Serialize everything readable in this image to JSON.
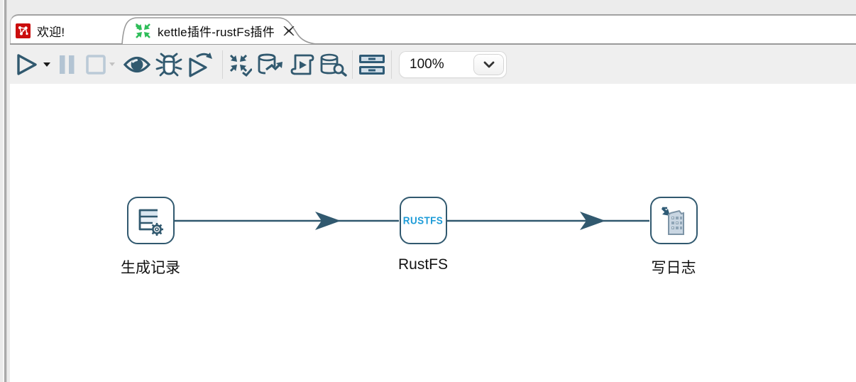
{
  "tabs": [
    {
      "label": "欢迎!",
      "icon": "kettle-logo-icon",
      "active": false
    },
    {
      "label": "kettle插件-rustFs插件",
      "icon": "transformation-icon",
      "active": true,
      "closable": true
    }
  ],
  "toolbar": {
    "zoom_value": "100%",
    "items": [
      {
        "name": "run",
        "enabled": true
      },
      {
        "name": "pause",
        "enabled": false
      },
      {
        "name": "stop",
        "enabled": false
      },
      {
        "name": "preview",
        "enabled": true
      },
      {
        "name": "debug",
        "enabled": true
      },
      {
        "name": "replay",
        "enabled": true
      },
      {
        "name": "verify-transformation",
        "enabled": true
      },
      {
        "name": "impact-analysis",
        "enabled": true
      },
      {
        "name": "generate-sql",
        "enabled": true
      },
      {
        "name": "explore-database",
        "enabled": true
      },
      {
        "name": "show-execution-results",
        "enabled": true
      }
    ]
  },
  "canvas": {
    "steps": [
      {
        "label": "生成记录",
        "icon": "generate-rows-icon"
      },
      {
        "label": "RustFS",
        "icon": "rustfs-icon",
        "logo_text": "RUSTFS"
      },
      {
        "label": "写日志",
        "icon": "write-log-icon"
      }
    ],
    "hops": [
      {
        "from": "生成记录",
        "to": "RustFS"
      },
      {
        "from": "RustFS",
        "to": "写日志"
      }
    ]
  },
  "colors": {
    "icon_blue": "#31596F",
    "disabled_blue": "#B3C4D3",
    "tab_green": "#2EBD59",
    "logo_red": "#CB0D0D",
    "rustfs_blue": "#1E9CD8",
    "hop_line": "#31596F"
  }
}
